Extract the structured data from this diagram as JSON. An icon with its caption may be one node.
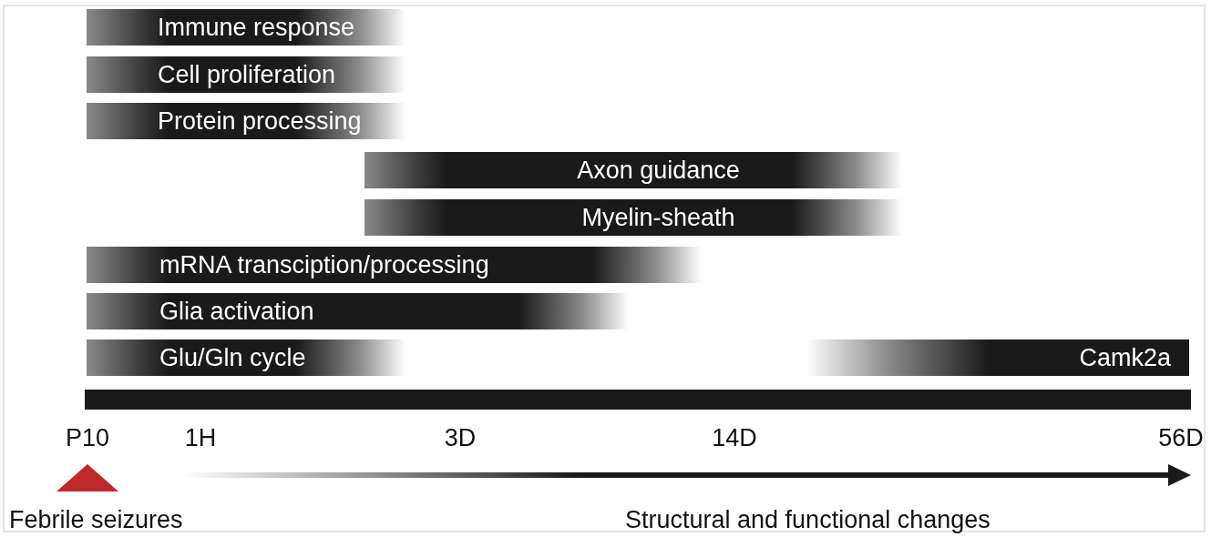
{
  "diagram": {
    "nodes": [
      {
        "text": [
          "Immune response"
        ]
      },
      {
        "text": [
          "Cell proliferation"
        ]
      },
      {
        "text": [
          "Protein processing"
        ]
      },
      {
        "text": [
          "Axon guidance"
        ]
      },
      {
        "text": [
          "Myelin-sheath"
        ]
      },
      {
        "text": [
          "mRNA transciption/processing"
        ]
      },
      {
        "text": [
          "Glia activation"
        ]
      },
      {
        "text": [
          "Glu/Gln cycle"
        ]
      },
      {
        "text": [
          "Camk2a"
        ]
      },
      {
        "text": [],
        "shape": "bar"
      }
    ],
    "labels": [
      "P10",
      "1H",
      "3D",
      "14D",
      "56D",
      "Febrile seizures",
      "Structural and functional changes"
    ]
  }
}
